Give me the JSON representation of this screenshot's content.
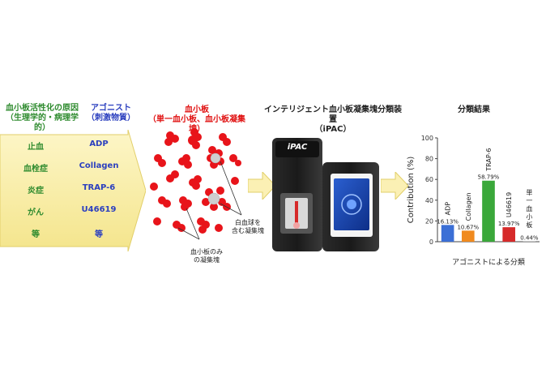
{
  "left": {
    "header_cause": [
      "血小板活性化の原因",
      "（生理学的・病理学的）"
    ],
    "header_agonist": [
      "アゴニスト",
      "（刺激物質）"
    ],
    "causes": [
      "止血",
      "血栓症",
      "炎症",
      "がん",
      "等"
    ],
    "agonists": [
      "ADP",
      "Collagen",
      "TRAP-6",
      "U46619",
      "等"
    ]
  },
  "middle": {
    "header": [
      "血小板",
      "（単一血小板、血小板凝集塊）"
    ],
    "label_wbc": [
      "白血球を",
      "含む凝集塊"
    ],
    "label_plt": [
      "血小板のみ",
      "の凝集塊"
    ]
  },
  "device": {
    "header": [
      "インテリジェント血小板凝集塊分類装置",
      "（iPAC）"
    ],
    "logo": "iPAC"
  },
  "result": {
    "header": "分類結果",
    "chart_data": {
      "type": "bar",
      "ylabel": "Contribution (%)",
      "xlabel": "アゴニストによる分類",
      "ylim": [
        0,
        100
      ],
      "yticks": [
        0,
        20,
        40,
        60,
        80,
        100
      ],
      "categories": [
        "ADP",
        "Collagen",
        "TRAP-6",
        "U46619",
        "単一血小板"
      ],
      "values": [
        16.13,
        10.67,
        58.79,
        13.97,
        0.44
      ],
      "value_labels": [
        "16.13%",
        "10.67%",
        "58.79%",
        "13.97%",
        "0.44%"
      ],
      "colors": [
        "#3b6fd6",
        "#f08a1e",
        "#3aa83a",
        "#d62a2a",
        "#9a9a9a"
      ]
    }
  }
}
